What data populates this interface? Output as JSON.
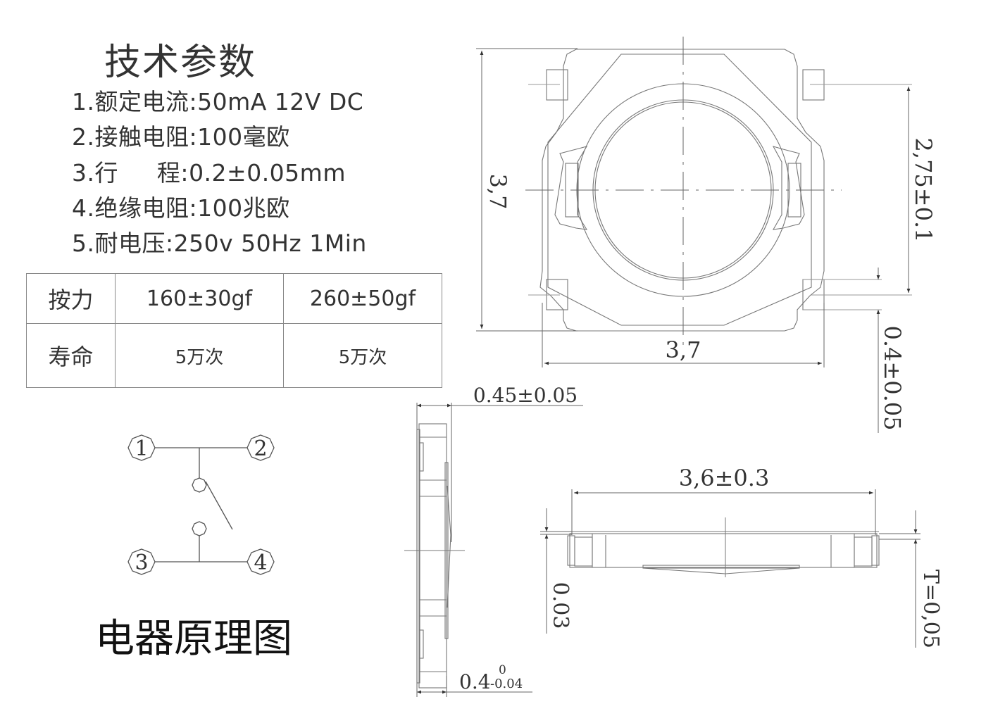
{
  "specs": {
    "title": "技术参数",
    "items": [
      {
        "label": "1.额定电流:",
        "value": "50mA 12V DC"
      },
      {
        "label": "2.接触电阻:",
        "value": "100毫欧"
      },
      {
        "label": "3.行     程:",
        "value": "0.2±0.05mm"
      },
      {
        "label": "4.绝缘电阻:",
        "value": "100兆欧"
      },
      {
        "label": "5.耐电压:",
        "value": "250v 50Hz 1Min"
      }
    ]
  },
  "params_table": {
    "rows": [
      {
        "header": "按力",
        "values": [
          "160±30gf",
          "260±50gf"
        ]
      },
      {
        "header": "寿命",
        "values": [
          "5万次",
          "5万次"
        ]
      }
    ]
  },
  "schematic": {
    "title": "电器原理图",
    "pins": [
      "1",
      "2",
      "3",
      "4"
    ]
  },
  "dimensions": {
    "top_view_height": "3,7",
    "top_view_width": "3,7",
    "pin_pitch": "2,75±0.1",
    "pin_width": "0.4±0.05",
    "side_top_thickness": "0.45±0.05",
    "side_base_thickness_main": "0.4",
    "side_base_thickness_upper": "0",
    "side_base_thickness_lower": "-0.04",
    "front_width": "3,6±0.3",
    "front_gap": "0.03",
    "front_T": "T=0,05"
  }
}
